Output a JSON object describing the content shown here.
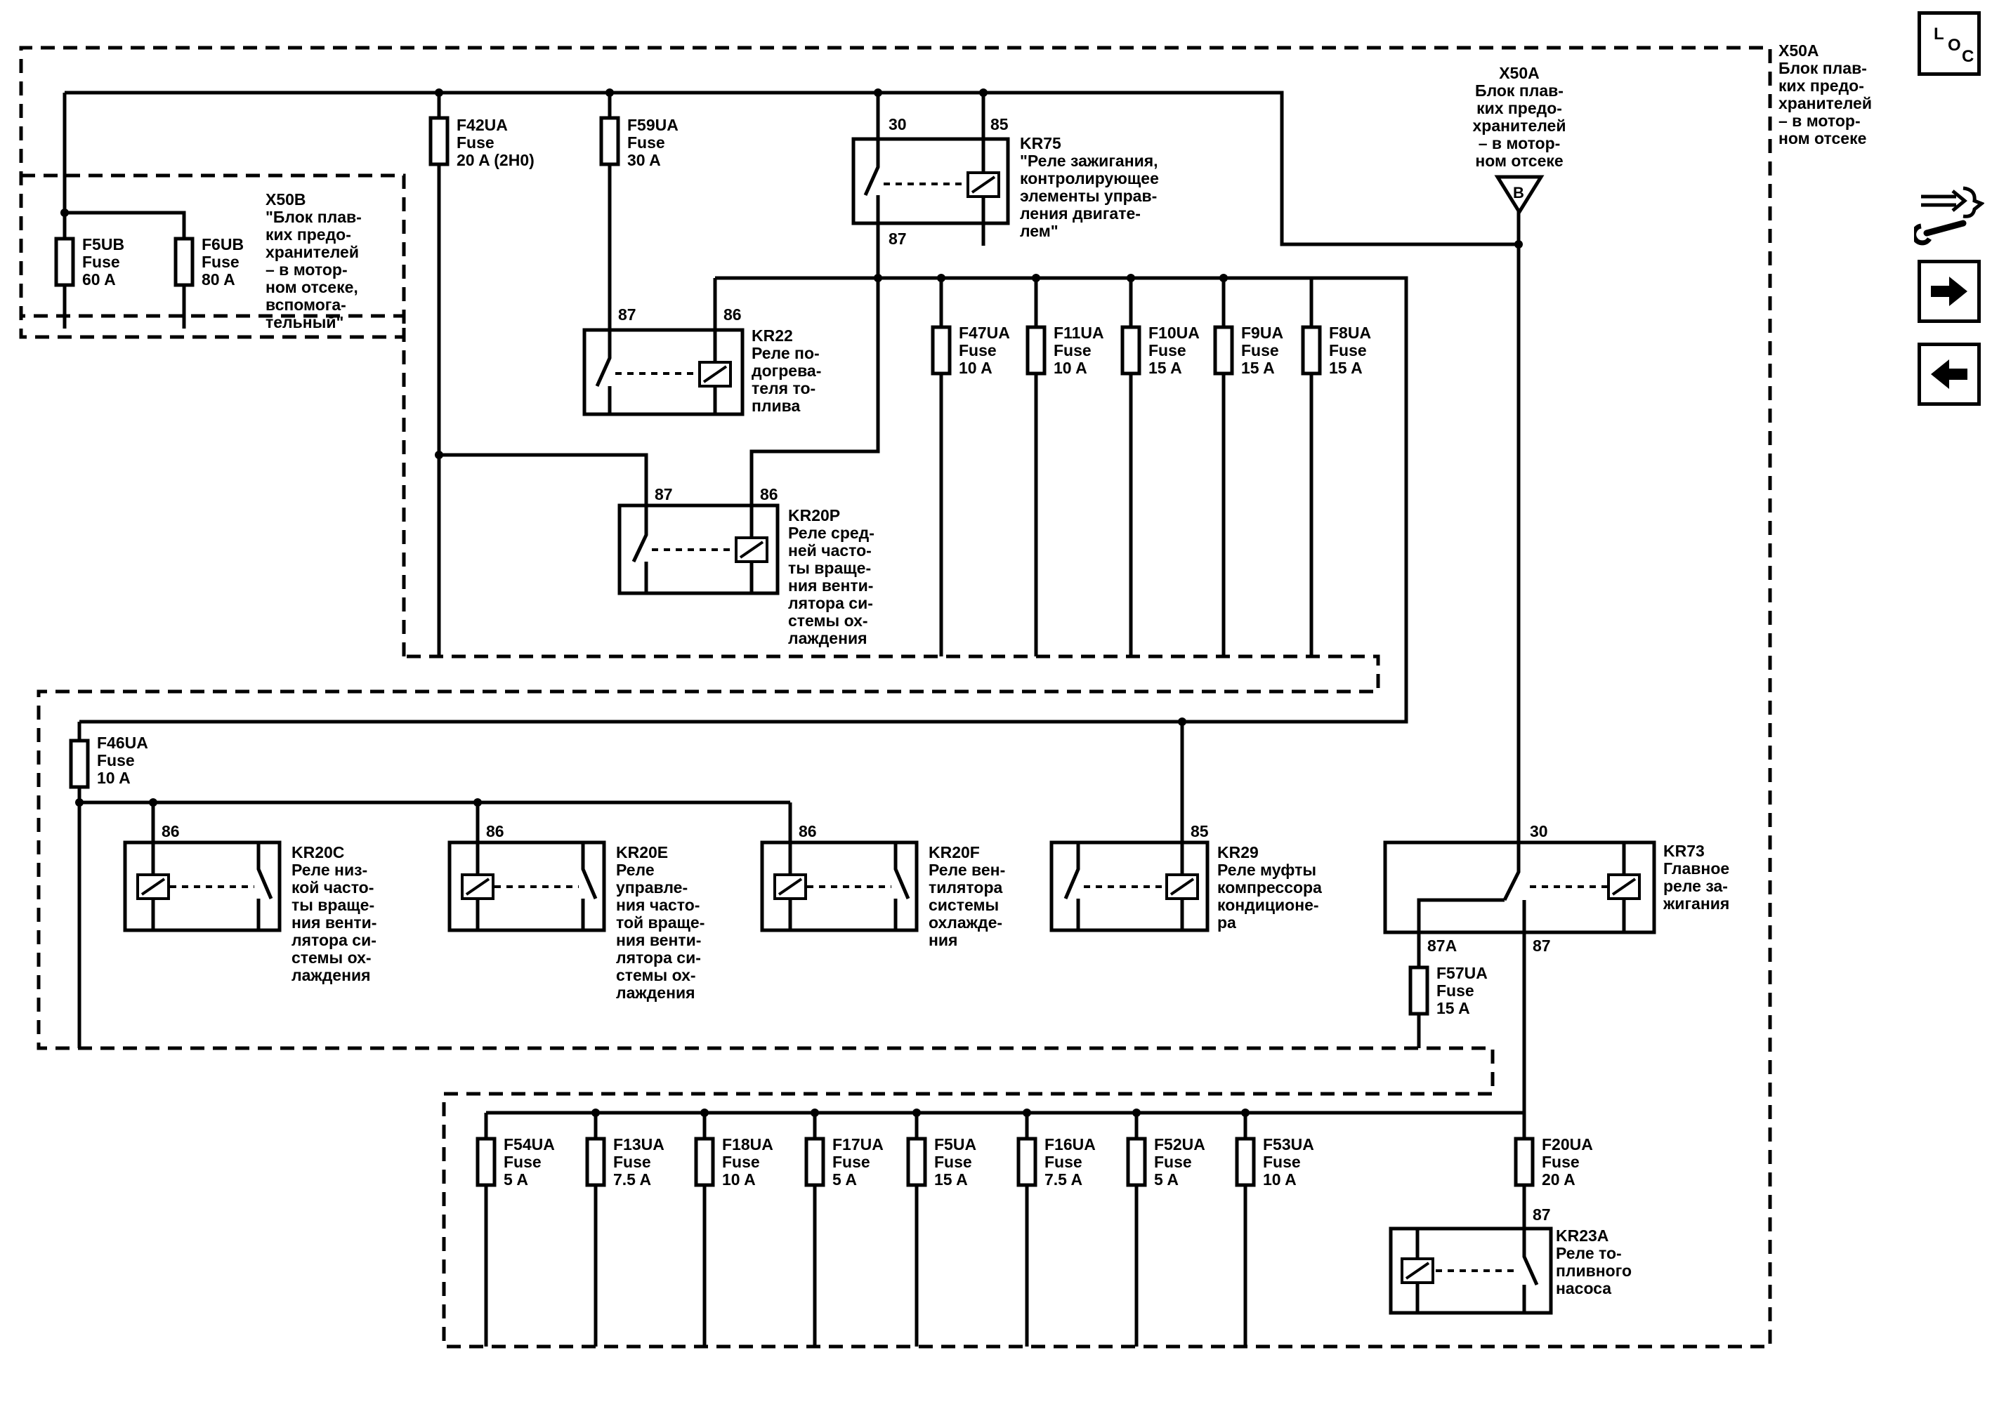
{
  "fuse_label": "Fuse",
  "x50a_outer": [
    "X50A",
    "Блок плав-",
    "ких предо-",
    "хранителей",
    "– в мотор-",
    "ном отсеке"
  ],
  "x50a_conn": [
    "X50A",
    "Блок плав-",
    "ких предо-",
    "хранителей",
    "– в мотор-",
    "ном отсеке"
  ],
  "conn_b": "B",
  "x50b": [
    "X50B",
    "\"Блок плав-",
    "ких предо-",
    "хранителей",
    "– в мотор-",
    "ном отсеке,",
    "вспомога-",
    "тельный\""
  ],
  "fuses_top": [
    {
      "id": "F42UA",
      "rating": "20 A (2H0)"
    },
    {
      "id": "F59UA",
      "rating": "30 A"
    }
  ],
  "fuses_x50b": [
    {
      "id": "F5UB",
      "rating": "60 A"
    },
    {
      "id": "F6UB",
      "rating": "80 A"
    }
  ],
  "fuses_mid": [
    {
      "id": "F47UA",
      "rating": "10 A"
    },
    {
      "id": "F11UA",
      "rating": "10 A"
    },
    {
      "id": "F10UA",
      "rating": "15 A"
    },
    {
      "id": "F9UA",
      "rating": "15 A"
    },
    {
      "id": "F8UA",
      "rating": "15 A"
    }
  ],
  "fuse_f46": {
    "id": "F46UA",
    "rating": "10 A"
  },
  "fuse_f57": {
    "id": "F57UA",
    "rating": "15 A"
  },
  "fuses_bottom": [
    {
      "id": "F54UA",
      "rating": "5 A"
    },
    {
      "id": "F13UA",
      "rating": "7.5 A"
    },
    {
      "id": "F18UA",
      "rating": "10 A"
    },
    {
      "id": "F17UA",
      "rating": "5 A"
    },
    {
      "id": "F5UA",
      "rating": "15 A"
    },
    {
      "id": "F16UA",
      "rating": "7.5 A"
    },
    {
      "id": "F52UA",
      "rating": "5 A"
    },
    {
      "id": "F53UA",
      "rating": "10 A"
    },
    {
      "id": "F20UA",
      "rating": "20 A"
    }
  ],
  "relays": {
    "kr75": {
      "pins": [
        "30",
        "85",
        "87"
      ],
      "label": [
        "KR75",
        "\"Реле зажигания,",
        "контролирующее",
        "элементы управ-",
        "ления двигате-",
        "лем\""
      ]
    },
    "kr22": {
      "pins": [
        "87",
        "86"
      ],
      "label": [
        "KR22",
        "Реле по-",
        "догрева-",
        "теля то-",
        "плива"
      ]
    },
    "kr20p": {
      "pins": [
        "87",
        "86"
      ],
      "label": [
        "KR20P",
        "Реле сред-",
        "ней часто-",
        "ты враще-",
        "ния венти-",
        "лятора си-",
        "стемы ох-",
        "лаждения"
      ]
    },
    "kr20c": {
      "pins": [
        "86"
      ],
      "label": [
        "KR20C",
        "Реле низ-",
        "кой часто-",
        "ты враще-",
        "ния венти-",
        "лятора си-",
        "стемы ох-",
        "лаждения"
      ]
    },
    "kr20e": {
      "pins": [
        "86"
      ],
      "label": [
        "KR20E",
        "Реле",
        "управле-",
        "ния часто-",
        "той враще-",
        "ния венти-",
        "лятора си-",
        "стемы ох-",
        "лаждения"
      ]
    },
    "kr20f": {
      "pins": [
        "86"
      ],
      "label": [
        "KR20F",
        "Реле вен-",
        "тилятора",
        "системы",
        "охлажде-",
        "ния"
      ]
    },
    "kr29": {
      "pins": [
        "85"
      ],
      "label": [
        "KR29",
        "Реле муфты",
        "компрессора",
        "кондиционе-",
        "ра"
      ]
    },
    "kr73": {
      "pins": [
        "30",
        "87A",
        "87"
      ],
      "label": [
        "KR73",
        "Главное",
        "реле за-",
        "жигания"
      ]
    },
    "kr23a": {
      "pins": [
        "87"
      ],
      "label": [
        "KR23A",
        "Реле то-",
        "пливного",
        "насоса"
      ]
    }
  },
  "nav": {
    "loc_l": "L",
    "loc_o": "O",
    "loc_c": "C"
  },
  "icons": [
    "loc-icon",
    "connector-tool-icon",
    "arrow-right-icon",
    "arrow-left-icon"
  ]
}
